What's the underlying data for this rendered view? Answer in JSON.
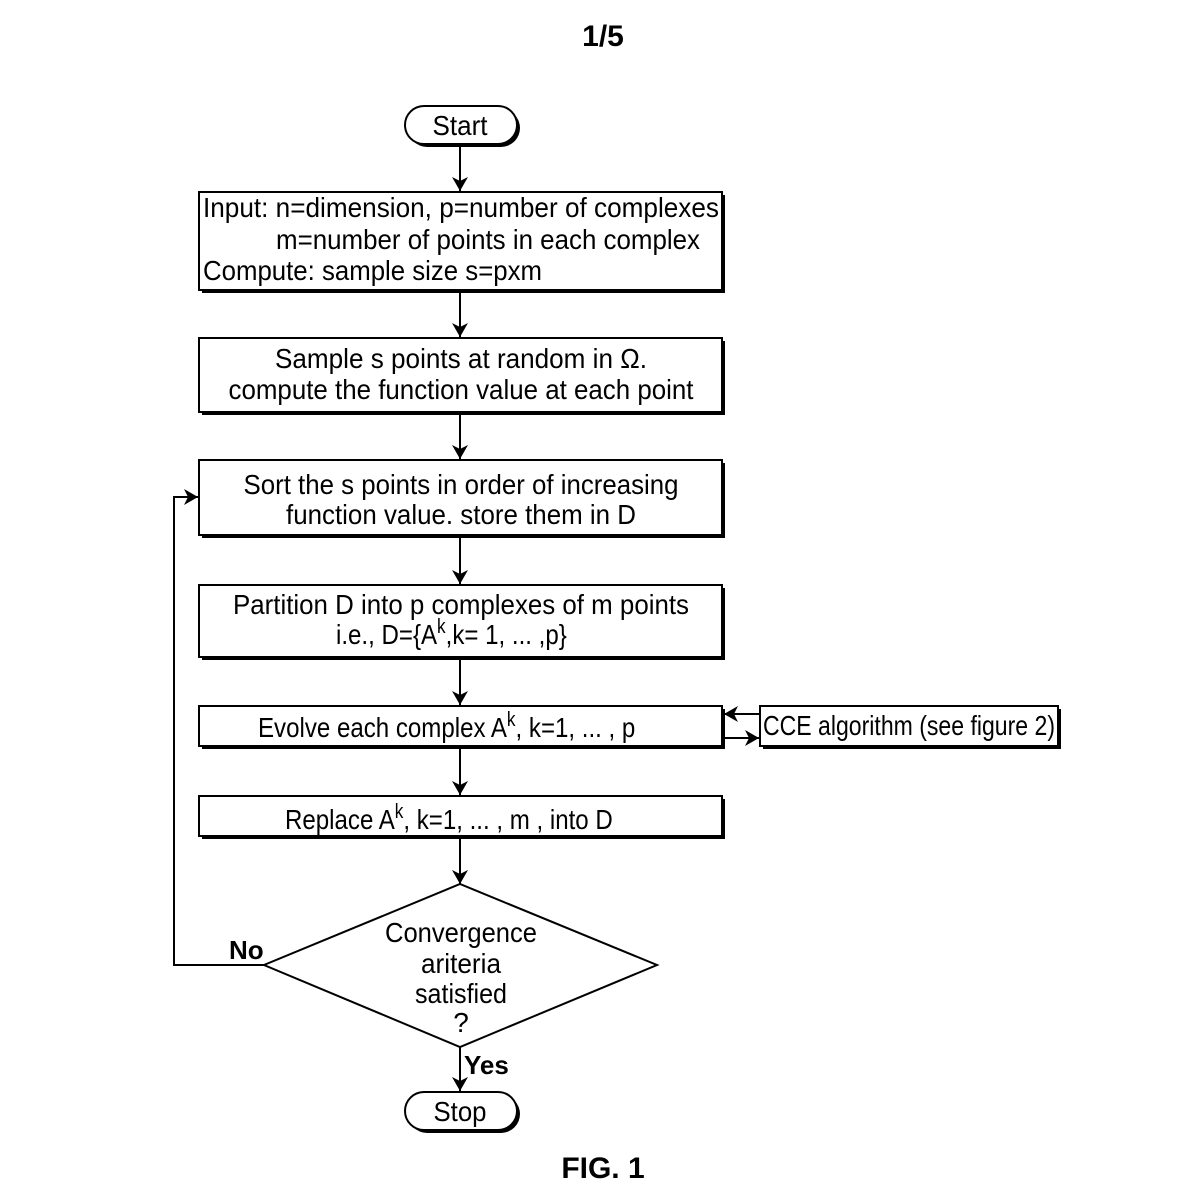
{
  "page_number": "1/5",
  "figure_label": "FIG. 1",
  "start": "Start",
  "stop": "Stop",
  "input_box": {
    "line1": "Input:  n=dimension, p=number of complexes",
    "line2": "m=number of points in each complex",
    "line3": "Compute: sample size s=pxm"
  },
  "sample_box": {
    "line1": "Sample s points at random in Ω.",
    "line2": "compute the function value at each point"
  },
  "sort_box": {
    "line1": "Sort the s points in order of increasing",
    "line2": "function value. store them in D"
  },
  "partition_box": {
    "line1": "Partition D into p complexes of m points",
    "line2_pre": "i.e., D={A",
    "line2_sup": "k",
    "line2_post": ",k= 1, ... ,p}"
  },
  "evolve_box": {
    "pre": "Evolve each complex A",
    "sup": "k",
    "post": ", k=1, ... , p"
  },
  "cce_box": "CCE algorithm (see figure 2)",
  "replace_box": {
    "pre": "Replace A",
    "sup": "k",
    "post": ", k=1, ... , m , into D"
  },
  "decision": {
    "line1": "Convergence",
    "line2": "ariteria",
    "line3": "satisfied",
    "line4": "?"
  },
  "no_label": "No",
  "yes_label": "Yes"
}
